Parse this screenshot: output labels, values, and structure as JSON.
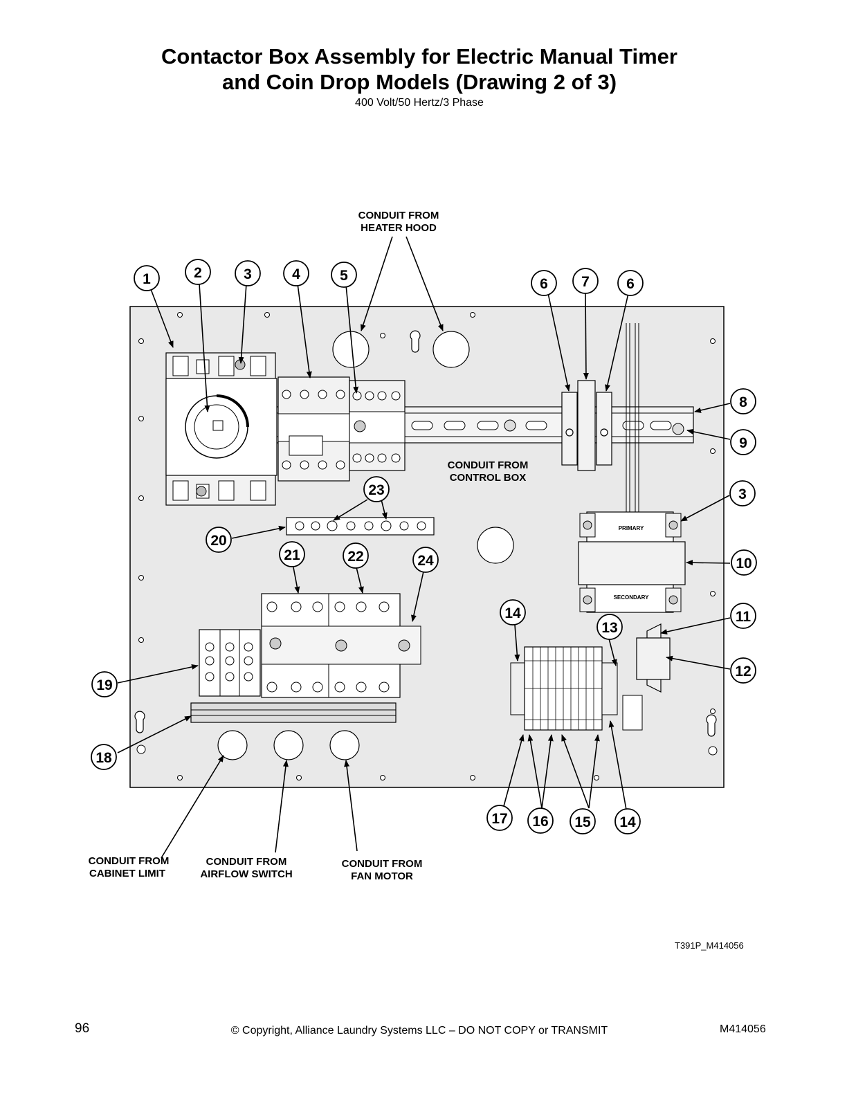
{
  "title_line1": "Contactor Box Assembly for Electric Manual Timer",
  "title_line2": "and Coin Drop Models (Drawing 2 of 3)",
  "subtitle": "400 Volt/50 Hertz/3 Phase",
  "callouts": [
    "1",
    "2",
    "3",
    "4",
    "5",
    "6",
    "7",
    "6",
    "8",
    "9",
    "3",
    "10",
    "11",
    "12",
    "13",
    "14",
    "14",
    "15",
    "16",
    "17",
    "18",
    "19",
    "20",
    "21",
    "22",
    "23",
    "24"
  ],
  "labels": {
    "heater_hood_1": "CONDUIT FROM",
    "heater_hood_2": "HEATER HOOD",
    "control_box_1": "CONDUIT FROM",
    "control_box_2": "CONTROL BOX",
    "cabinet_limit_1": "CONDUIT FROM",
    "cabinet_limit_2": "CABINET LIMIT",
    "airflow_1": "CONDUIT FROM",
    "airflow_2": "AIRFLOW SWITCH",
    "fan_motor_1": "CONDUIT FROM",
    "fan_motor_2": "FAN MOTOR"
  },
  "transformer": {
    "primary": "PRIMARY",
    "secondary": "SECONDARY"
  },
  "figure_id": "T391P_M414056",
  "footer": {
    "page": "96",
    "copyright": "© Copyright, Alliance Laundry Systems LLC – DO NOT COPY or TRANSMIT",
    "doc_no": "M414056"
  }
}
